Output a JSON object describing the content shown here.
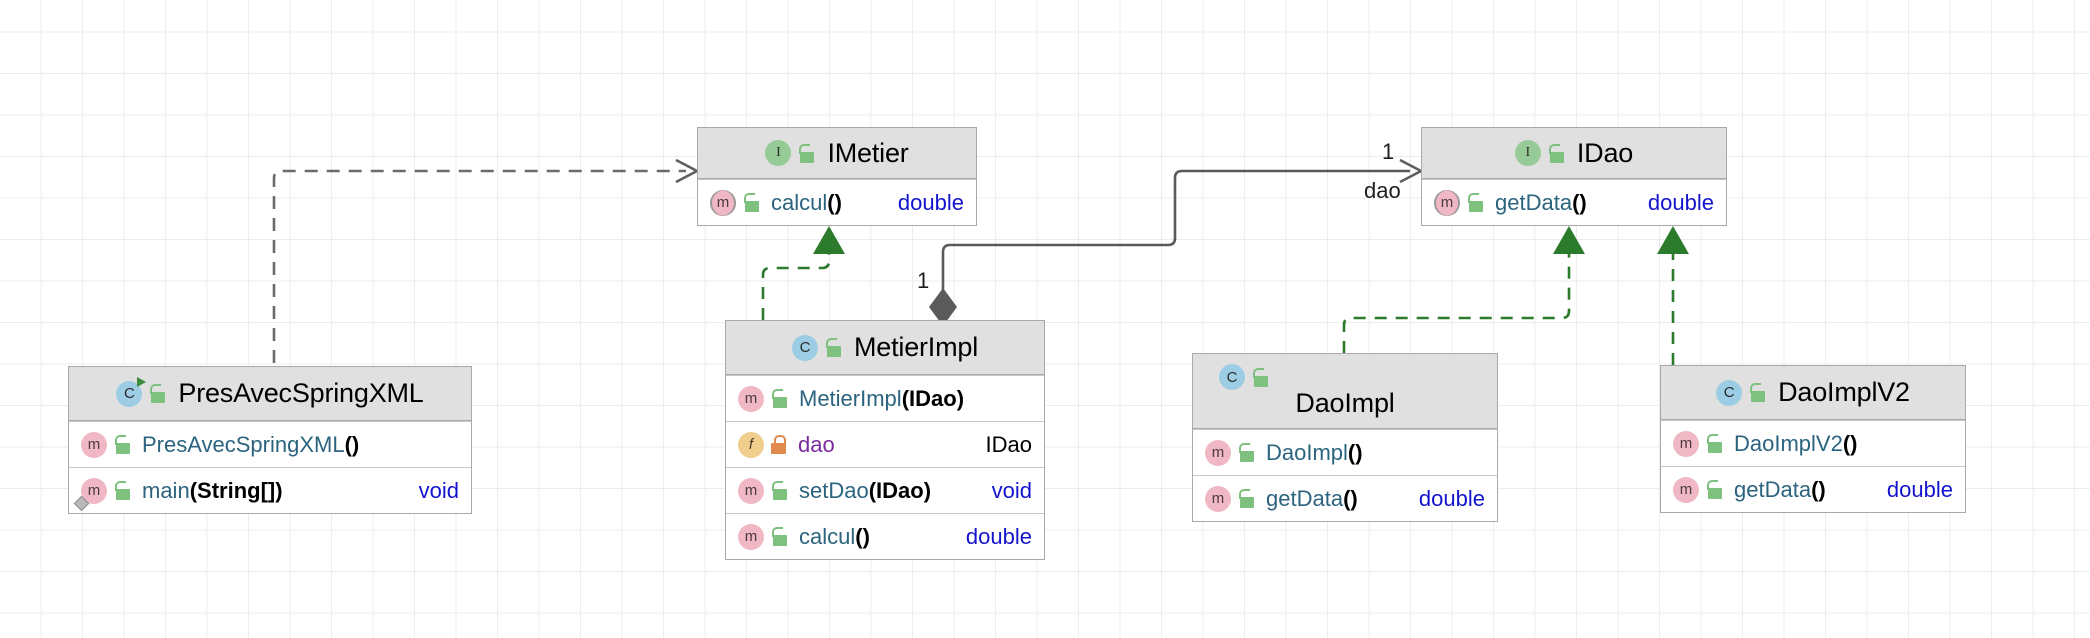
{
  "diagram": {
    "kind": "uml-class-diagram",
    "background": "#ffffff",
    "grid": true,
    "colors": {
      "header_fill": "#e0e0e0",
      "box_border": "#a9a9a9",
      "member_text": "#2c6480",
      "field_text": "#7a2b9e",
      "return_type": "#1414cd",
      "realization_edge": "#2c7a2c",
      "dependency_edge": "#6b6b6b",
      "composition_edge": "#5a5a5a"
    }
  },
  "classes": {
    "pres": {
      "name": "PresAvecSpringXML",
      "stereotype": "class",
      "icons": [
        "class-icon",
        "runnable-icon",
        "lock-open-icon"
      ],
      "members": [
        {
          "icon": "method-icon",
          "visibility": "lock-open-icon",
          "name": "PresAvecSpringXML",
          "params": "()",
          "return": ""
        },
        {
          "icon": "method-icon",
          "visibility": "lock-open-icon",
          "name": "main",
          "params": "(String[])",
          "return": "void",
          "override": true
        }
      ]
    },
    "imetier": {
      "name": "IMetier",
      "stereotype": "interface",
      "icons": [
        "interface-icon",
        "lock-open-icon"
      ],
      "members": [
        {
          "icon": "method-icon",
          "visibility": "lock-open-icon",
          "name": "calcul",
          "params": "()",
          "return": "double",
          "abstract": true
        }
      ]
    },
    "metierimpl": {
      "name": "MetierImpl",
      "stereotype": "class",
      "icons": [
        "class-icon",
        "lock-open-icon"
      ],
      "members": [
        {
          "icon": "method-icon",
          "visibility": "lock-open-icon",
          "name": "MetierImpl",
          "params": "(IDao)",
          "return": ""
        },
        {
          "icon": "field-icon",
          "visibility": "lock-closed-icon",
          "name": "dao",
          "params": "",
          "return": "IDao",
          "field": true
        },
        {
          "icon": "method-icon",
          "visibility": "lock-open-icon",
          "name": "setDao",
          "params": "(IDao)",
          "return": "void"
        },
        {
          "icon": "method-icon",
          "visibility": "lock-open-icon",
          "name": "calcul",
          "params": "()",
          "return": "double"
        }
      ]
    },
    "idao": {
      "name": "IDao",
      "stereotype": "interface",
      "icons": [
        "interface-icon",
        "lock-open-icon"
      ],
      "members": [
        {
          "icon": "method-icon",
          "visibility": "lock-open-icon",
          "name": "getData",
          "params": "()",
          "return": "double",
          "abstract": true
        }
      ]
    },
    "daoimpl": {
      "name": "DaoImpl",
      "stereotype": "class",
      "icons": [
        "class-icon",
        "lock-open-icon"
      ],
      "members": [
        {
          "icon": "method-icon",
          "visibility": "lock-open-icon",
          "name": "DaoImpl",
          "params": "()",
          "return": ""
        },
        {
          "icon": "method-icon",
          "visibility": "lock-open-icon",
          "name": "getData",
          "params": "()",
          "return": "double"
        }
      ]
    },
    "daoimplv2": {
      "name": "DaoImplV2",
      "stereotype": "class",
      "icons": [
        "class-icon",
        "lock-open-icon"
      ],
      "members": [
        {
          "icon": "method-icon",
          "visibility": "lock-open-icon",
          "name": "DaoImplV2",
          "params": "()",
          "return": ""
        },
        {
          "icon": "method-icon",
          "visibility": "lock-open-icon",
          "name": "getData",
          "params": "()",
          "return": "double"
        }
      ]
    }
  },
  "edges": {
    "pres_to_imetier": {
      "type": "dependency",
      "from": "PresAvecSpringXML",
      "to": "IMetier",
      "style": "dashed",
      "arrow": "open"
    },
    "metierimpl_to_imetier": {
      "type": "realization",
      "from": "MetierImpl",
      "to": "IMetier",
      "style": "dashed",
      "arrow": "closed-filled"
    },
    "metierimpl_to_idao": {
      "type": "composition",
      "from": "MetierImpl",
      "to": "IDao",
      "style": "solid",
      "source_decoration": "filled-diamond",
      "arrow": "open",
      "source_multiplicity": "1",
      "target_multiplicity": "1",
      "role_label": "dao"
    },
    "daoimpl_to_idao": {
      "type": "realization",
      "from": "DaoImpl",
      "to": "IDao",
      "style": "dashed",
      "arrow": "closed-filled"
    },
    "daoimplv2_to_idao": {
      "type": "realization",
      "from": "DaoImplV2",
      "to": "IDao",
      "style": "dashed",
      "arrow": "closed-filled"
    }
  }
}
